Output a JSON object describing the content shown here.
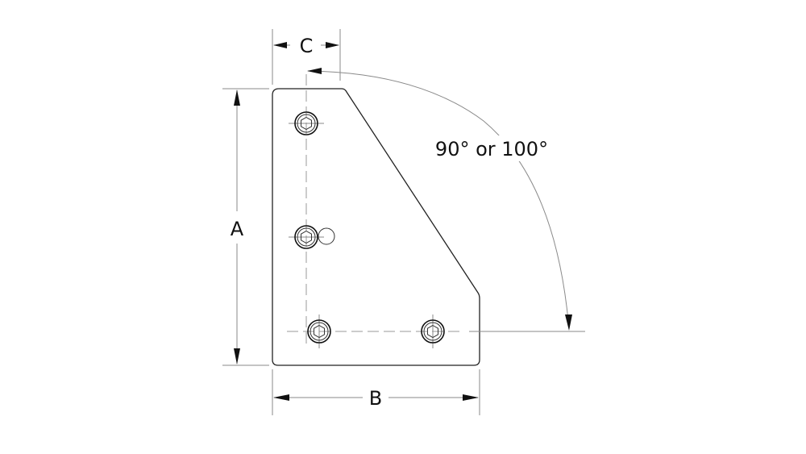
{
  "diagram": {
    "type": "technical-drawing",
    "subject": "corner gusset plate with fastener holes",
    "dimensions": {
      "a": {
        "label": "A",
        "orientation": "vertical",
        "meaning": "plate height"
      },
      "b": {
        "label": "B",
        "orientation": "horizontal",
        "meaning": "plate width"
      },
      "c": {
        "label": "C",
        "orientation": "horizontal",
        "meaning": "top edge width to hole centerline"
      }
    },
    "angle": {
      "label": "90° or 100°"
    },
    "fasteners": [
      {
        "id": "hole-top",
        "type": "socket-head-cap-screw"
      },
      {
        "id": "hole-middle",
        "type": "socket-head-cap-screw",
        "has_adjacent_pin": true
      },
      {
        "id": "hole-bottom-left",
        "type": "socket-head-cap-screw"
      },
      {
        "id": "hole-bottom-right",
        "type": "socket-head-cap-screw"
      }
    ],
    "colors": {
      "outline": "#222222",
      "dimension_line": "#8a8a8a",
      "text": "#111111",
      "background": "#ffffff"
    }
  }
}
